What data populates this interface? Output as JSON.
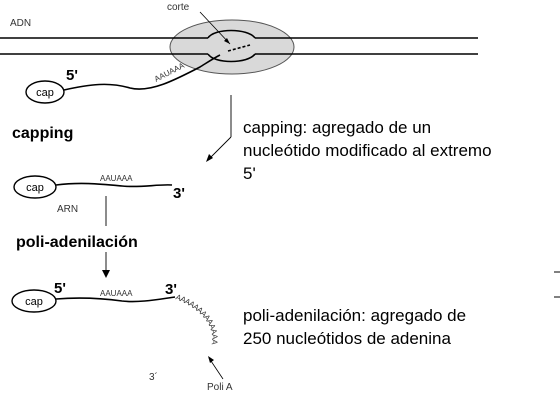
{
  "labels": {
    "dna": "ADN",
    "cut": "corte",
    "rna": "ARN",
    "five_prime": "5'",
    "three_prime": "3'",
    "three_prime_tail": "3´",
    "cap": "cap",
    "signal": "AAUAAA",
    "poly_a": "Poli A",
    "poly_a_tail": "AAAAAAAAAAAAA",
    "step_capping": "capping",
    "step_polyadenylation": "poli-adenilación"
  },
  "notes": {
    "capping": [
      "capping: agregado de un",
      "nucleótido modificado al extremo",
      "5'"
    ],
    "polyadenylation": [
      "poli-adenilación: agregado de",
      "250 nucleótidos de adenina"
    ]
  },
  "colors": {
    "line": "#000000",
    "enzyme_fill": "#d9d9d9",
    "enzyme_stroke": "#555555"
  }
}
